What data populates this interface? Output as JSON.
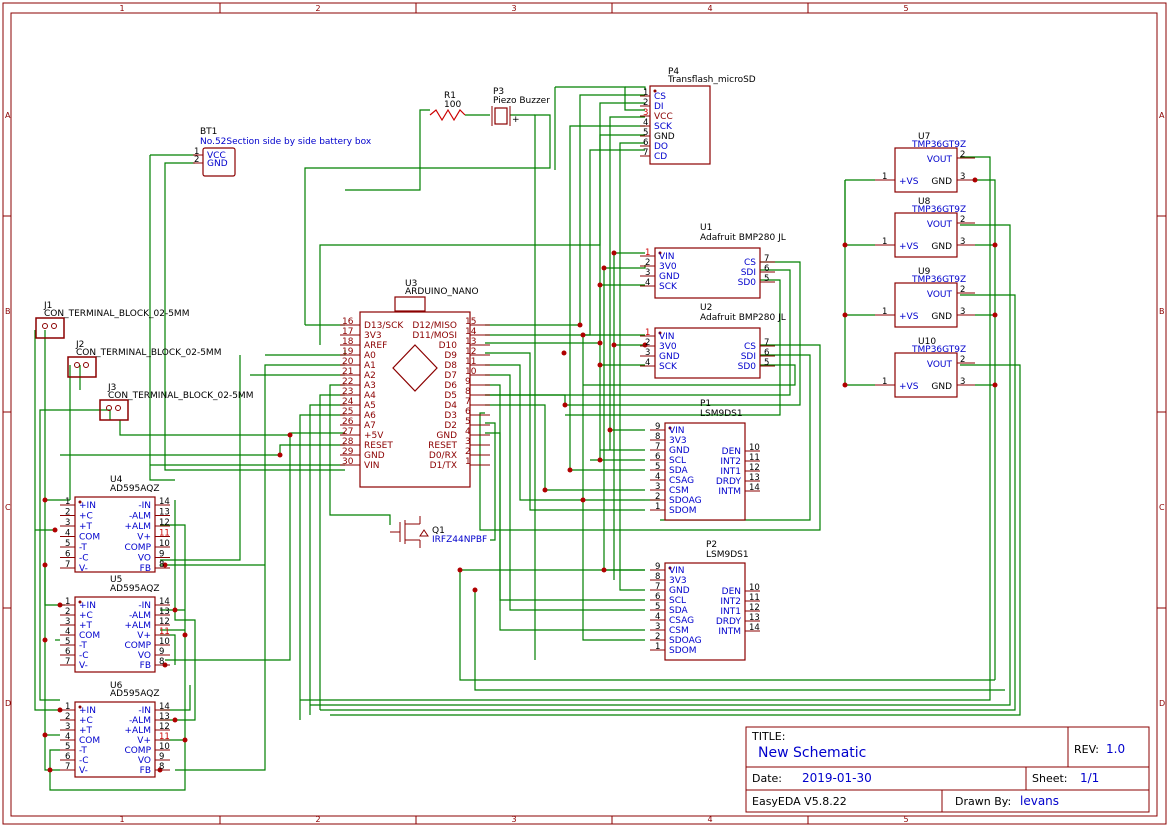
{
  "sheet": {
    "zones_x": [
      "1",
      "2",
      "3",
      "4",
      "5"
    ],
    "zones_y": [
      "A",
      "B",
      "C",
      "D"
    ]
  },
  "title_block": {
    "title_label": "TITLE:",
    "title": "New Schematic",
    "rev_label": "REV:",
    "rev": "1.0",
    "date_label": "Date:",
    "date": "2019-01-30",
    "sheet_label": "Sheet:",
    "sheet": "1/1",
    "tool": "EasyEDA V5.8.22",
    "drawn_label": "Drawn By:",
    "drawn_by": "levans"
  },
  "components": {
    "bt1": {
      "ref": "BT1",
      "value": "No.52Section side by side battery box",
      "pins": [
        "VCC",
        "GND"
      ],
      "nums": [
        "1",
        "2"
      ]
    },
    "r1": {
      "ref": "R1",
      "value": "100"
    },
    "p3": {
      "ref": "P3",
      "value": "Piezo Buzzer",
      "plus": "+"
    },
    "p4": {
      "ref": "P4",
      "value": "Transflash_microSD",
      "pins": [
        "CS",
        "DI",
        "VCC",
        "SCK",
        "GND",
        "DO",
        "CD"
      ],
      "nums": [
        "1",
        "2",
        "3",
        "4",
        "5",
        "6",
        "7"
      ]
    },
    "u3": {
      "ref": "U3",
      "value": "ARDUINO_NANO",
      "left_pins": [
        "D13/SCK",
        "3V3",
        "AREF",
        "A0",
        "A1",
        "A2",
        "A3",
        "A4",
        "A5",
        "A6",
        "A7",
        "+5V",
        "RESET",
        "GND",
        "VIN"
      ],
      "left_nums": [
        "16",
        "17",
        "18",
        "19",
        "20",
        "21",
        "22",
        "23",
        "24",
        "25",
        "26",
        "27",
        "28",
        "29",
        "30"
      ],
      "right_pins": [
        "D12/MISO",
        "D11/MOSI",
        "D10",
        "D9",
        "D8",
        "D7",
        "D6",
        "D5",
        "D4",
        "D3",
        "D2",
        "GND",
        "RESET",
        "D0/RX",
        "D1/TX"
      ],
      "right_nums": [
        "15",
        "14",
        "13",
        "12",
        "11",
        "10",
        "9",
        "8",
        "7",
        "6",
        "5",
        "4",
        "3",
        "2",
        "1"
      ]
    },
    "u1": {
      "ref": "U1",
      "value": "Adafruit BMP280 JL",
      "left": [
        "VIN",
        "3V0",
        "GND",
        "SCK"
      ],
      "lnums": [
        "1",
        "2",
        "3",
        "4"
      ],
      "right": [
        "CS",
        "SDI",
        "SD0"
      ],
      "rnums": [
        "7",
        "6",
        "5"
      ]
    },
    "u2": {
      "ref": "U2",
      "value": "Adafruit BMP280 JL",
      "left": [
        "VIN",
        "3V0",
        "GND",
        "SCK"
      ],
      "lnums": [
        "1",
        "2",
        "3",
        "4"
      ],
      "right": [
        "CS",
        "SDI",
        "SD0"
      ],
      "rnums": [
        "7",
        "6",
        "5"
      ]
    },
    "p1": {
      "ref": "P1",
      "value": "LSM9DS1",
      "left": [
        "VIN",
        "3V3",
        "GND",
        "SCL",
        "SDA",
        "CSAG",
        "CSM",
        "SDOAG",
        "SDOM"
      ],
      "lnums": [
        "9",
        "8",
        "7",
        "6",
        "5",
        "4",
        "3",
        "2",
        "1"
      ],
      "right": [
        "DEN",
        "INT2",
        "INT1",
        "DRDY",
        "INTM"
      ],
      "rnums": [
        "10",
        "11",
        "12",
        "13",
        "14"
      ]
    },
    "p2": {
      "ref": "P2",
      "value": "LSM9DS1",
      "left": [
        "VIN",
        "3V3",
        "GND",
        "SCL",
        "SDA",
        "CSAG",
        "CSM",
        "SDOAG",
        "SDOM"
      ],
      "lnums": [
        "9",
        "8",
        "7",
        "6",
        "5",
        "4",
        "3",
        "2",
        "1"
      ],
      "right": [
        "DEN",
        "INT2",
        "INT1",
        "DRDY",
        "INTM"
      ],
      "rnums": [
        "10",
        "11",
        "12",
        "13",
        "14"
      ]
    },
    "u4": {
      "ref": "U4",
      "value": "AD595AQZ",
      "left": [
        "+IN",
        "+C",
        "+T",
        "COM",
        "-T",
        "-C",
        "V-"
      ],
      "lnums": [
        "1",
        "2",
        "3",
        "4",
        "5",
        "6",
        "7"
      ],
      "right": [
        "-IN",
        "-ALM",
        "+ALM",
        "V+",
        "COMP",
        "VO",
        "FB"
      ],
      "rnums": [
        "14",
        "13",
        "12",
        "11",
        "10",
        "9",
        "8"
      ]
    },
    "u5": {
      "ref": "U5",
      "value": "AD595AQZ",
      "left": [
        "+IN",
        "+C",
        "+T",
        "COM",
        "-T",
        "-C",
        "V-"
      ],
      "lnums": [
        "1",
        "2",
        "3",
        "4",
        "5",
        "6",
        "7"
      ],
      "right": [
        "-IN",
        "-ALM",
        "+ALM",
        "V+",
        "COMP",
        "VO",
        "FB"
      ],
      "rnums": [
        "14",
        "13",
        "12",
        "11",
        "10",
        "9",
        "8"
      ]
    },
    "u6": {
      "ref": "U6",
      "value": "AD595AQZ",
      "left": [
        "+IN",
        "+C",
        "+T",
        "COM",
        "-T",
        "-C",
        "V-"
      ],
      "lnums": [
        "1",
        "2",
        "3",
        "4",
        "5",
        "6",
        "7"
      ],
      "right": [
        "-IN",
        "-ALM",
        "+ALM",
        "V+",
        "COMP",
        "VO",
        "FB"
      ],
      "rnums": [
        "14",
        "13",
        "12",
        "11",
        "10",
        "9",
        "8"
      ]
    },
    "u7": {
      "ref": "U7",
      "value": "TMP36GT9Z",
      "pins": [
        "VOUT",
        "+VS",
        "GND"
      ],
      "nums": [
        "2",
        "1",
        "3"
      ]
    },
    "u8": {
      "ref": "U8",
      "value": "TMP36GT9Z",
      "pins": [
        "VOUT",
        "+VS",
        "GND"
      ],
      "nums": [
        "2",
        "1",
        "3"
      ]
    },
    "u9": {
      "ref": "U9",
      "value": "TMP36GT9Z",
      "pins": [
        "VOUT",
        "+VS",
        "GND"
      ],
      "nums": [
        "2",
        "1",
        "3"
      ]
    },
    "u10": {
      "ref": "U10",
      "value": "TMP36GT9Z",
      "pins": [
        "VOUT",
        "+VS",
        "GND"
      ],
      "nums": [
        "2",
        "1",
        "3"
      ]
    },
    "j1": {
      "ref": "J1",
      "value": "CON_TERMINAL_BLOCK_02-5MM"
    },
    "j2": {
      "ref": "J2",
      "value": "CON_TERMINAL_BLOCK_02-5MM"
    },
    "j3": {
      "ref": "J3",
      "value": "CON_TERMINAL_BLOCK_02-5MM"
    },
    "q1": {
      "ref": "Q1",
      "value": "IRFZ44NPBF"
    }
  },
  "colors": {
    "frame": "#8b0000",
    "wire": "#008000",
    "junction": "#b00000",
    "label": "#0000cc"
  }
}
